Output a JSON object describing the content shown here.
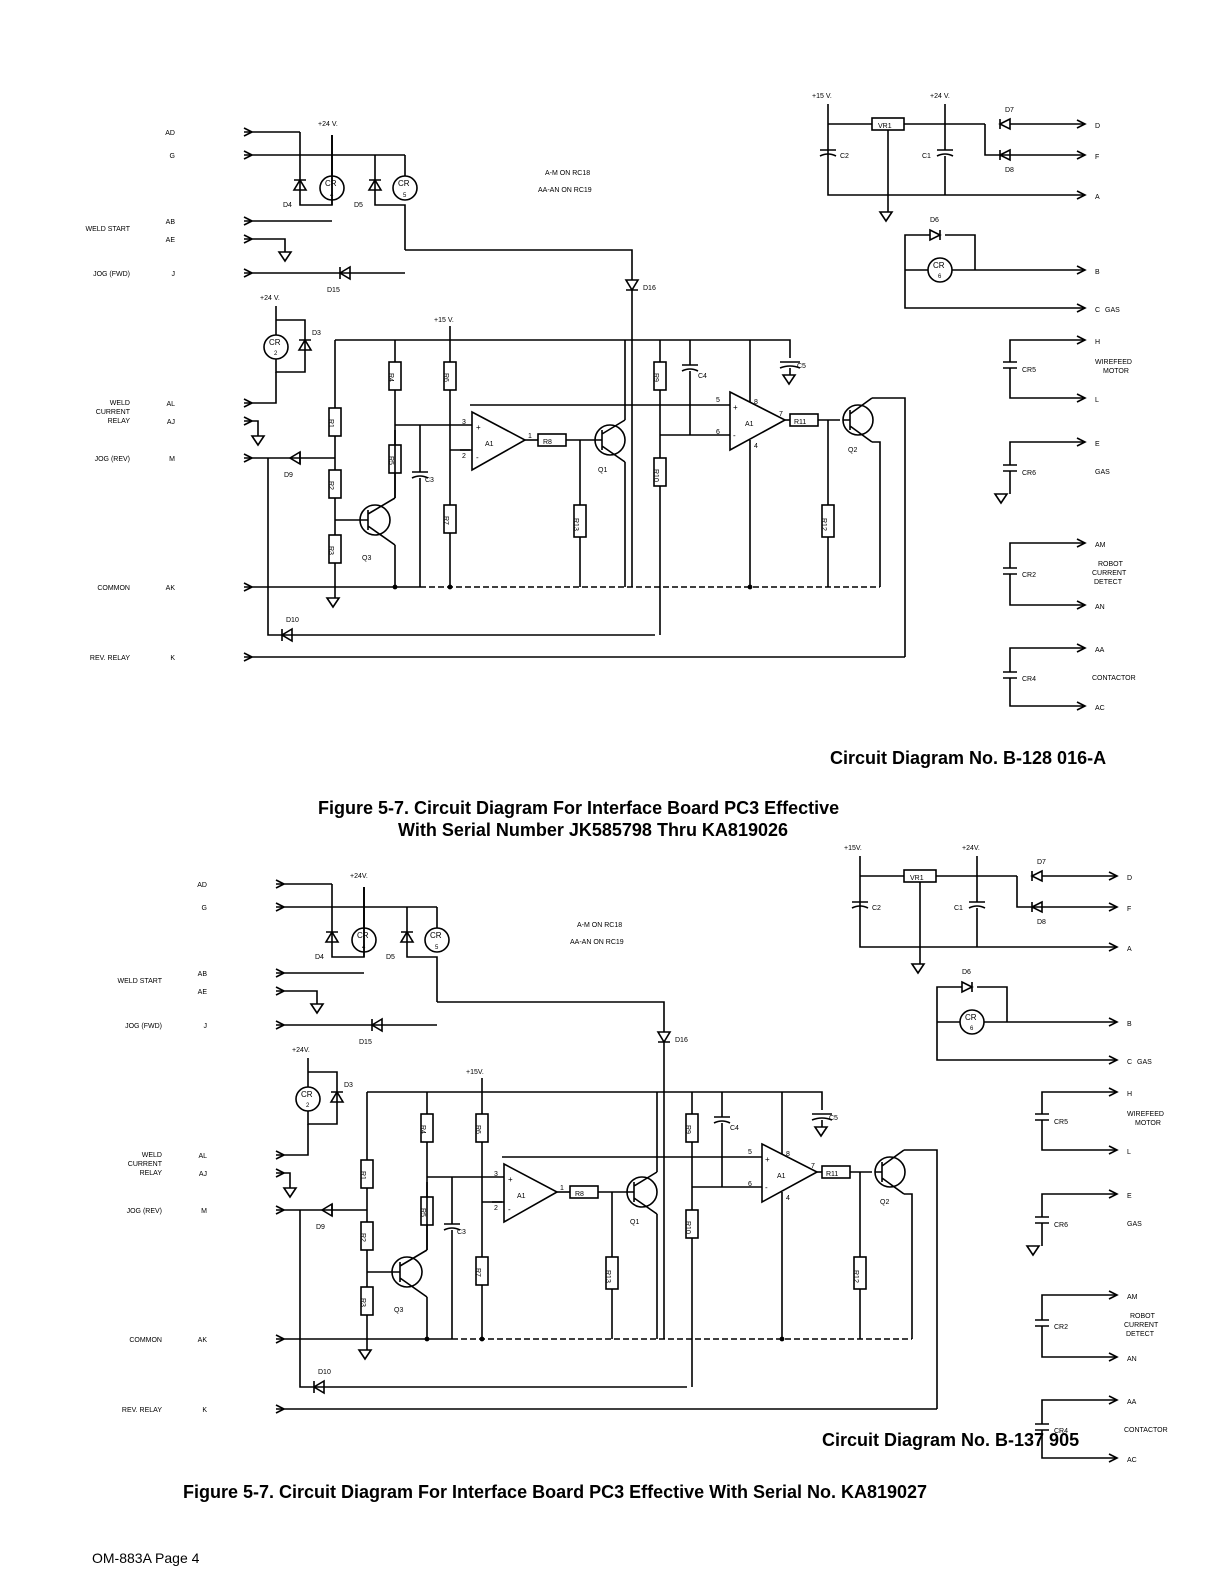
{
  "diagram_a": {
    "caption_number": "Circuit Diagram No. B-128 016-A",
    "figure_title_line1": "Figure 5-7. Circuit Diagram For Interface Board PC3 Effective",
    "figure_title_line2": "With Serial Number JK585798 Thru KA819026",
    "note_line1": "A-M ON RC18",
    "note_line2": "AA-AN ON RC19",
    "supply_15": "+15 V.",
    "supply_24": "+24 V."
  },
  "diagram_b": {
    "caption_number": "Circuit Diagram No. B-137 905",
    "figure_title": "Figure 5-7. Circuit Diagram For Interface Board PC3 Effective With Serial No. KA819027",
    "note_line1": "A-M ON RC18",
    "note_line2": "AA-AN ON RC19",
    "supply_15": "+15V.",
    "supply_24": "+24V."
  },
  "left_labels": {
    "weld_start": "WELD START",
    "jog_fwd": "JOG (FWD)",
    "weld_current_relay_1": "WELD",
    "weld_current_relay_2": "CURRENT",
    "weld_current_relay_3": "RELAY",
    "jog_rev": "JOG (REV)",
    "common": "COMMON",
    "rev_relay": "REV. RELAY"
  },
  "pins": {
    "ad": "AD",
    "g": "G",
    "ab": "AB",
    "ae": "AE",
    "j": "J",
    "al": "AL",
    "aj": "AJ",
    "m": "M",
    "ak": "AK",
    "k": "K",
    "d": "D",
    "f": "F",
    "a": "A",
    "b": "B",
    "c": "C",
    "h": "H",
    "l": "L",
    "e": "E",
    "am": "AM",
    "an": "AN",
    "aa": "AA",
    "ac": "AC"
  },
  "right_labels": {
    "gas_c": "GAS",
    "wirefeed_1": "WIREFEED",
    "wirefeed_2": "MOTOR",
    "gas_e": "GAS",
    "robot_1": "ROBOT",
    "robot_2": "CURRENT",
    "robot_3": "DETECT",
    "contactor": "CONTACTOR"
  },
  "components": {
    "d4": "D4",
    "d5": "D5",
    "d15": "D15",
    "d3": "D3",
    "d9": "D9",
    "d10": "D10",
    "d16": "D16",
    "d6": "D6",
    "d7": "D7",
    "d8": "D8",
    "cr": "CR",
    "n4": "4",
    "n5": "5",
    "n2": "2",
    "n6": "6",
    "r1": "R1",
    "r2": "R2",
    "r3": "R3",
    "r4": "R4",
    "r5": "R5",
    "r6": "R6",
    "r7": "R7",
    "r8": "R8",
    "r9": "R9",
    "r10": "R10",
    "r11": "R11",
    "r12": "R12",
    "r13": "R13",
    "c1": "C1",
    "c2": "C2",
    "c3": "C3",
    "c4": "C4",
    "c5": "C5",
    "a1": "A1",
    "q1": "Q1",
    "q2": "Q2",
    "q3": "Q3",
    "vr1": "VR1",
    "cr5": "CR5",
    "cr6": "CR6",
    "cr2": "CR2",
    "cr4": "CR4",
    "p1": "1",
    "p2": "2",
    "p3": "3",
    "p4": "4",
    "p5": "5",
    "p6": "6",
    "p7": "7",
    "p8": "8",
    "plus": "+",
    "minus": "-"
  },
  "footer": "OM-883A Page 4"
}
